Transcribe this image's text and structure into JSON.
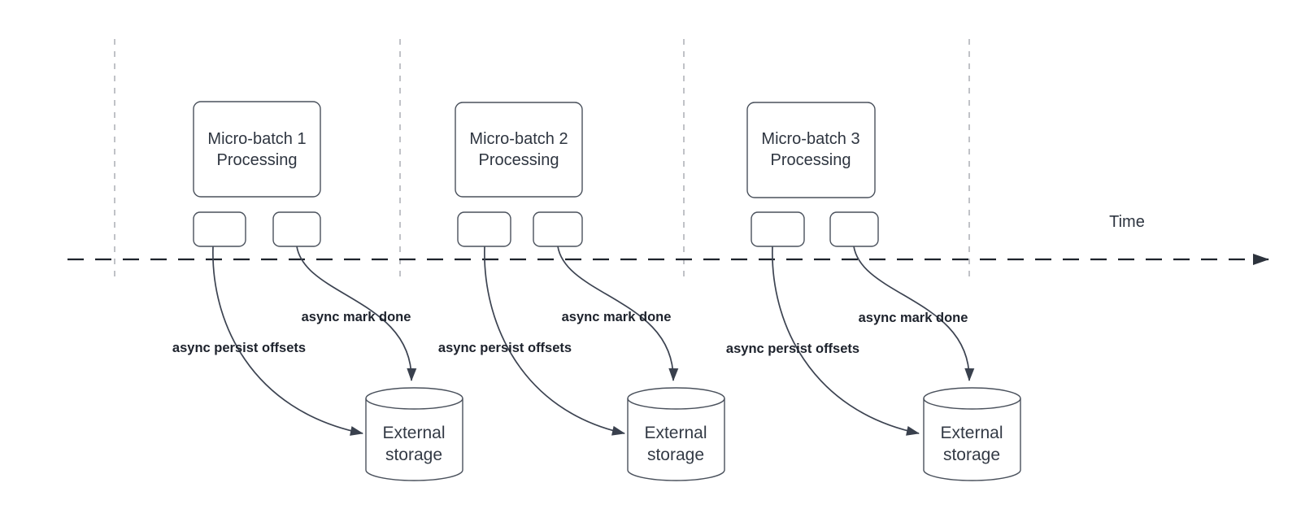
{
  "timeline": {
    "label": "Time"
  },
  "groups": [
    {
      "box_line1": "Micro-batch 1",
      "box_line2": "Processing",
      "persist_label": "async persist offsets",
      "done_label": "async mark done",
      "storage_line1": "External",
      "storage_line2": "storage"
    },
    {
      "box_line1": "Micro-batch 2",
      "box_line2": "Processing",
      "persist_label": "async persist offsets",
      "done_label": "async mark done",
      "storage_line1": "External",
      "storage_line2": "storage"
    },
    {
      "box_line1": "Micro-batch 3",
      "box_line2": "Processing",
      "persist_label": "async persist offsets",
      "done_label": "async mark done",
      "storage_line1": "External",
      "storage_line2": "storage"
    }
  ],
  "colors": {
    "background": "#ffffff",
    "shape_stroke": "#4a515c",
    "arrow_stroke": "#3c4351",
    "arrowhead_fill": "#39404d",
    "label_text": "#1d222c",
    "box_text": "#2e3540",
    "timeline_stroke": "#1e232b",
    "guide_line": "#b9bcc1"
  }
}
